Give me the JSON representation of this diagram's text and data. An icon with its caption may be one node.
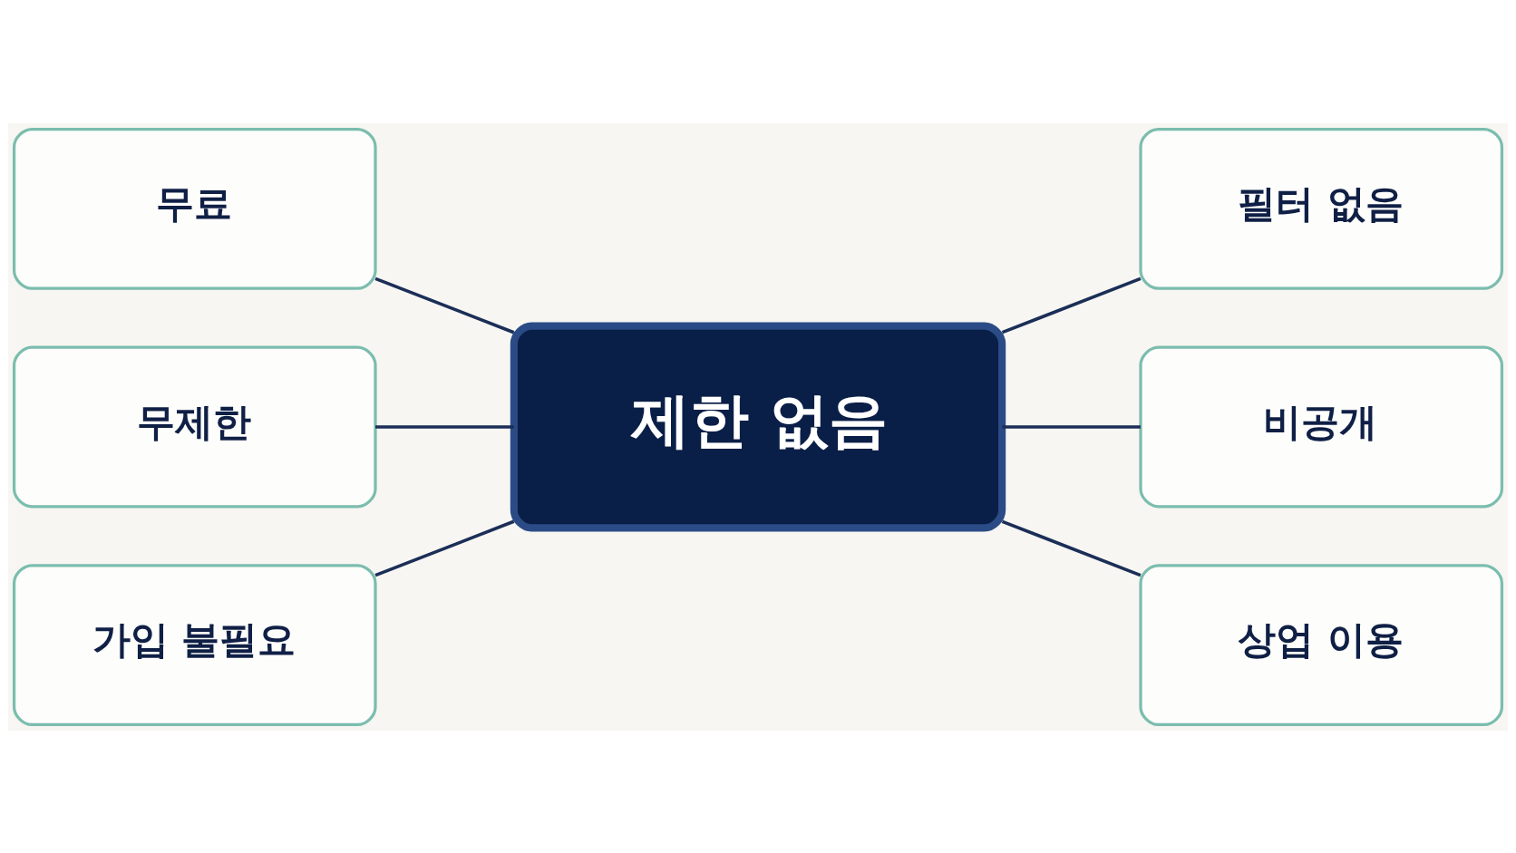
{
  "diagram": {
    "nodes": [
      {
        "text": [
          "무료"
        ]
      },
      {
        "text": [
          "무제한"
        ]
      },
      {
        "text": [
          "가입 불필요"
        ]
      },
      {
        "text": [
          "제한 없음"
        ]
      },
      {
        "text": [
          "필터 없음"
        ]
      },
      {
        "text": [
          "비공개"
        ]
      },
      {
        "text": [
          "상업 이용"
        ]
      }
    ],
    "edges": [
      {
        "from": 0,
        "to": 3,
        "arrow": "none"
      },
      {
        "from": 1,
        "to": 3,
        "arrow": "none"
      },
      {
        "from": 2,
        "to": 3,
        "arrow": "none"
      },
      {
        "from": 3,
        "to": 4,
        "arrow": "none"
      },
      {
        "from": 3,
        "to": 5,
        "arrow": "none"
      },
      {
        "from": 3,
        "to": 6,
        "arrow": "none"
      }
    ]
  }
}
